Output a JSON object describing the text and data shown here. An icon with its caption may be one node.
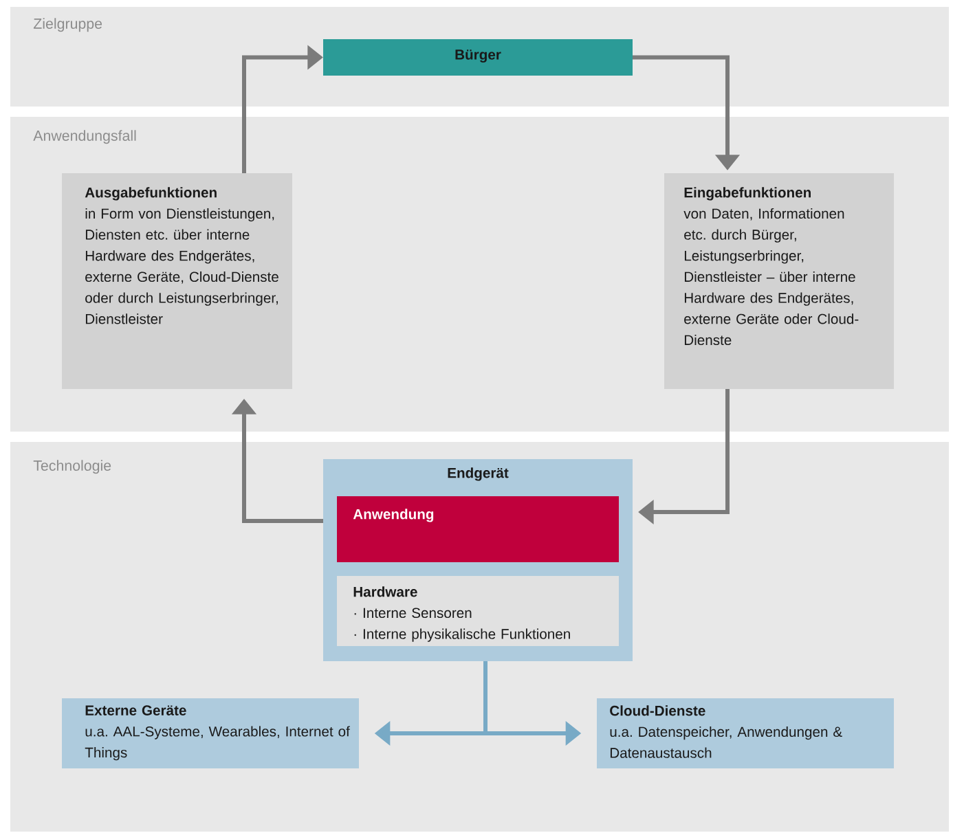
{
  "diagram": {
    "nodes": [
      {
        "text": [
          "Zielgruppe"
        ]
      },
      {
        "text": [
          "Bürger"
        ],
        "in": 0
      },
      {
        "text": [
          "Anwendungsfall"
        ]
      },
      {
        "text": [
          "Ausgabefunktionen",
          "in Form von Dienstleistungen, Diensten etc. über interne Hardware des Endgerätes, externe Geräte, Cloud-Dienste oder durch Leistungserbringer, Dienstleister"
        ],
        "in": 2
      },
      {
        "text": [
          "Eingabefunktionen",
          "von Daten, Informationen etc. durch Bürger, Leistungserbringer, Dienstleister – über interne Hardware des Endgerätes, externe Geräte oder Cloud-Dienste"
        ],
        "in": 2
      },
      {
        "text": [
          "Technologie"
        ]
      },
      {
        "text": [
          "Endgerät"
        ],
        "in": 5
      },
      {
        "text": [
          "Anwendung"
        ],
        "in": 6
      },
      {
        "text": [
          "Hardware",
          "· Interne Sensoren",
          "· Interne physikalische Funktionen"
        ],
        "in": 6
      },
      {
        "text": [
          "Externe Geräte",
          "u.a. AAL-Systeme, Wearables, Internet of Things"
        ],
        "in": 5
      },
      {
        "text": [
          "Cloud-Dienste",
          "u.a. Datenspeicher, Anwendungen & Datenaustausch"
        ],
        "in": 5
      }
    ],
    "edges": [
      {
        "from": 3,
        "to": 1,
        "arrow": "to"
      },
      {
        "from": 1,
        "to": 4,
        "arrow": "to"
      },
      {
        "from": 4,
        "to": 6,
        "arrow": "to"
      },
      {
        "from": 6,
        "to": 3,
        "arrow": "to"
      },
      {
        "from": 6,
        "to": 9,
        "arrow": "to",
        "color": "#78aac6"
      },
      {
        "from": 6,
        "to": 10,
        "arrow": "to",
        "color": "#78aac6"
      }
    ]
  }
}
